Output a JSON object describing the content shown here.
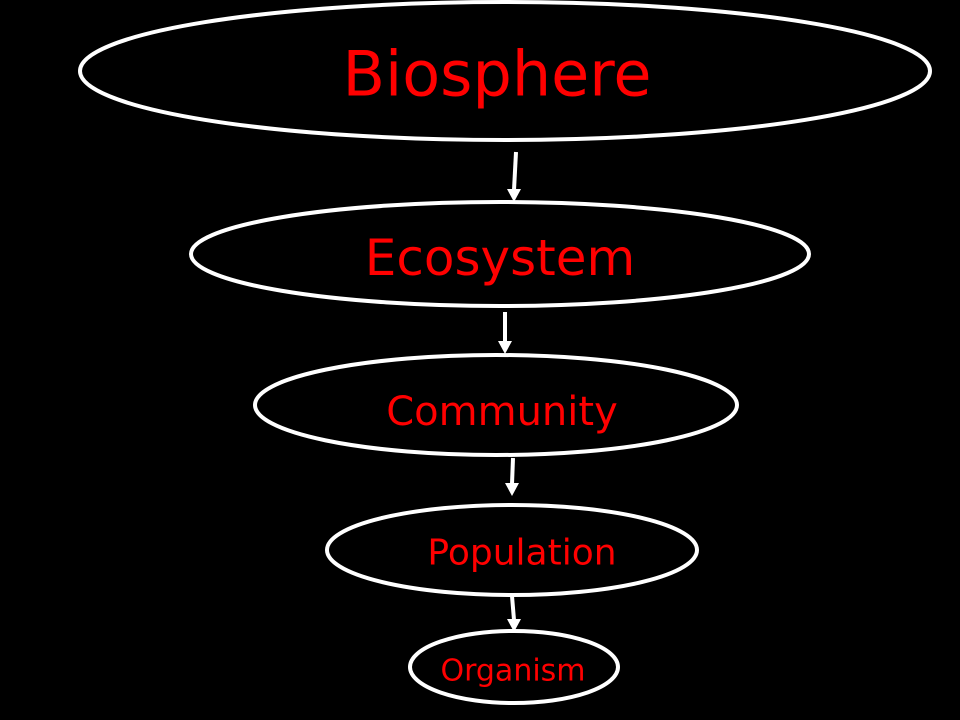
{
  "diagram": {
    "levels": [
      {
        "label": "Biosphere"
      },
      {
        "label": "Ecosystem"
      },
      {
        "label": "Community"
      },
      {
        "label": "Population"
      },
      {
        "label": "Organism"
      }
    ],
    "colors": {
      "background": "#000000",
      "outline": "#ffffff",
      "text": "#ff0000"
    }
  }
}
